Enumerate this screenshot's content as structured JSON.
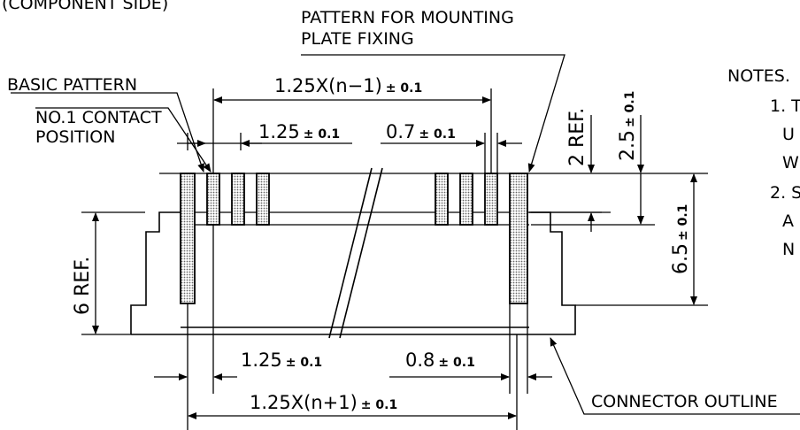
{
  "labels": {
    "top_left_partial": "(COMPONENT SIDE)",
    "mounting_plate_line1": "PATTERN FOR MOUNTING",
    "mounting_plate_line2": "PLATE FIXING",
    "basic_pattern": "BASIC PATTERN",
    "contact_position_line1": "NO.1 CONTACT",
    "contact_position_line2": "POSITION",
    "connector_outline": "CONNECTOR OUTLINE",
    "notes_title": "NOTES.",
    "note1_num": "1. T",
    "note1_l2": "U",
    "note1_l3": "W",
    "note2_num": "2. S",
    "note2_l2": "A",
    "note2_l3": "N"
  },
  "dimensions": {
    "span_n_minus_1": {
      "value": "1.25X(n−1)",
      "tol": "± 0.1"
    },
    "pitch_top": {
      "value": "1.25",
      "tol": "± 0.1"
    },
    "width_top": {
      "value": "0.7",
      "tol": "± 0.1"
    },
    "pitch_bottom": {
      "value": "1.25",
      "tol": "± 0.1"
    },
    "width_bottom": {
      "value": "0.8",
      "tol": "± 0.1"
    },
    "span_n_plus_1": {
      "value": "1.25X(n+1)",
      "tol": "± 0.1"
    },
    "ref_2": "2 REF.",
    "dim_2_5": {
      "value": "2.5",
      "tol": "± 0.1"
    },
    "dim_6_5": {
      "value": "6.5",
      "tol": "± 0.1"
    },
    "ref_6": "6 REF."
  }
}
